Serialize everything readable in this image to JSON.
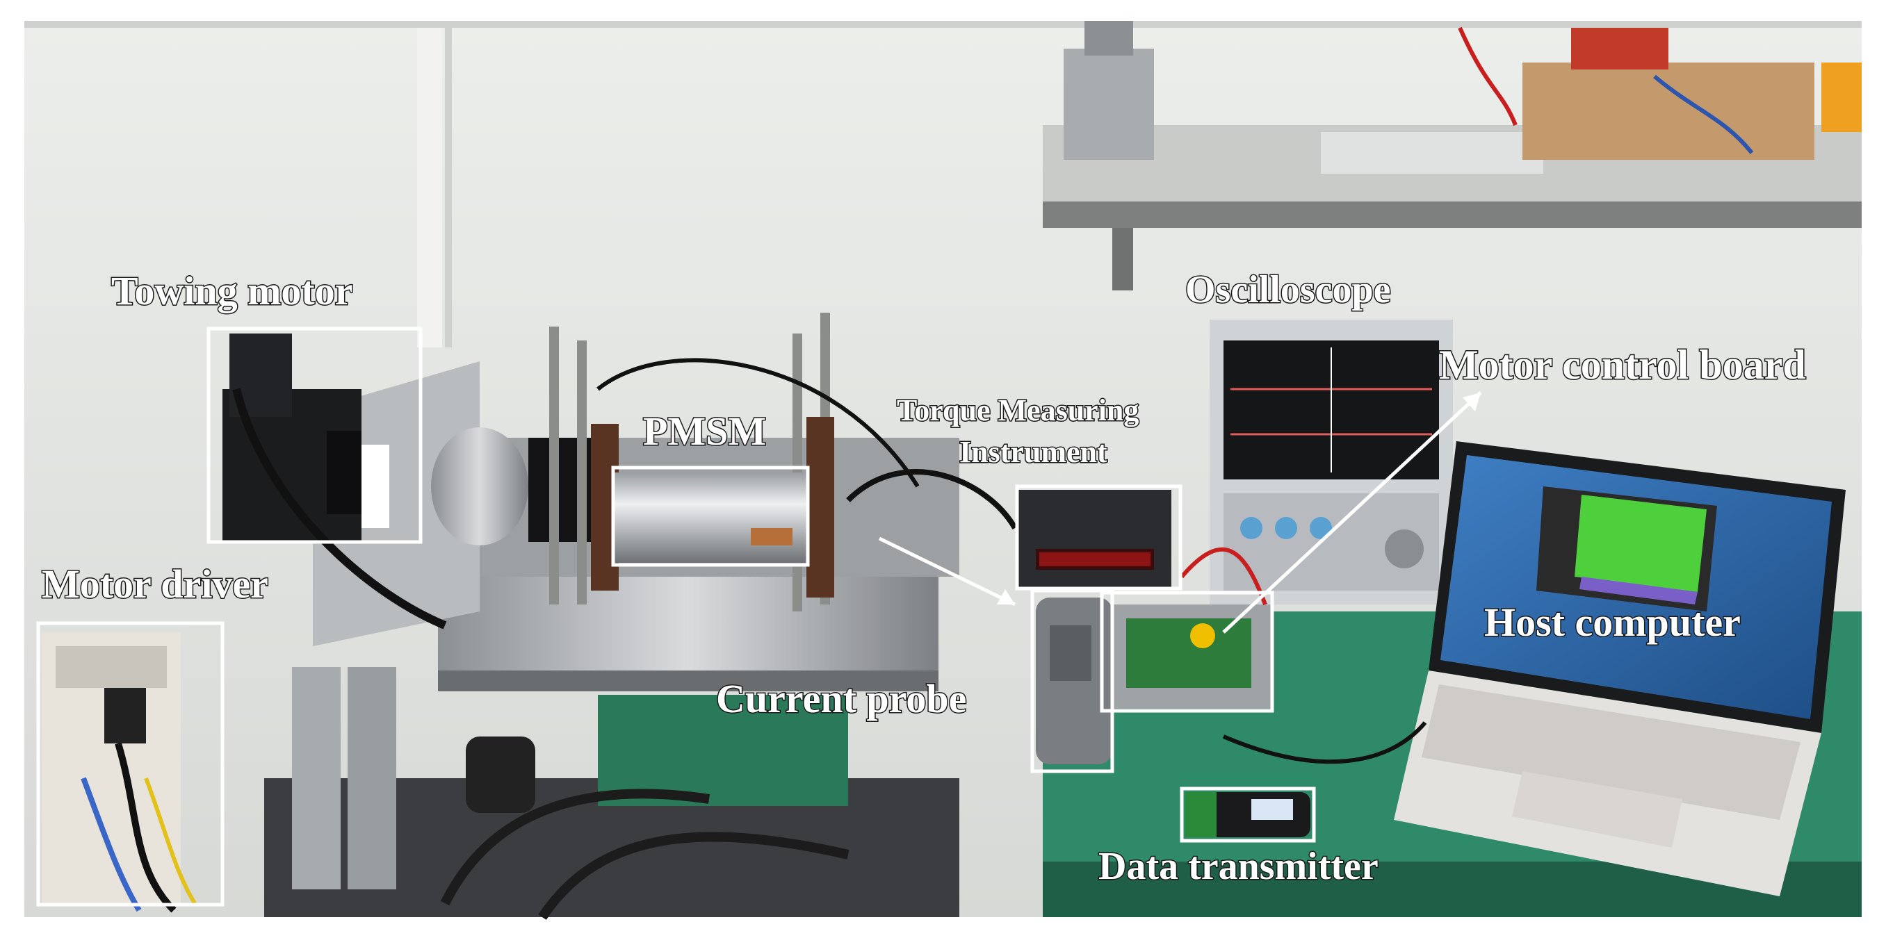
{
  "labels": {
    "towing_motor": "Towing motor",
    "pmsm": "PMSM",
    "torque_line1": "Torque Measuring",
    "torque_line2": "Instrument",
    "oscilloscope": "Oscilloscope",
    "motor_control_board": "Motor control board",
    "motor_driver": "Motor driver",
    "current_probe": "Current probe",
    "host_computer": "Host computer",
    "data_transmitter": "Data transmitter"
  },
  "colors": {
    "wall": "#e4e5e3",
    "bench_top": "#2f8a6a",
    "label_text": "#ffffff",
    "callout_box": "#ffffff",
    "screen_green": "#4ecf3c"
  }
}
